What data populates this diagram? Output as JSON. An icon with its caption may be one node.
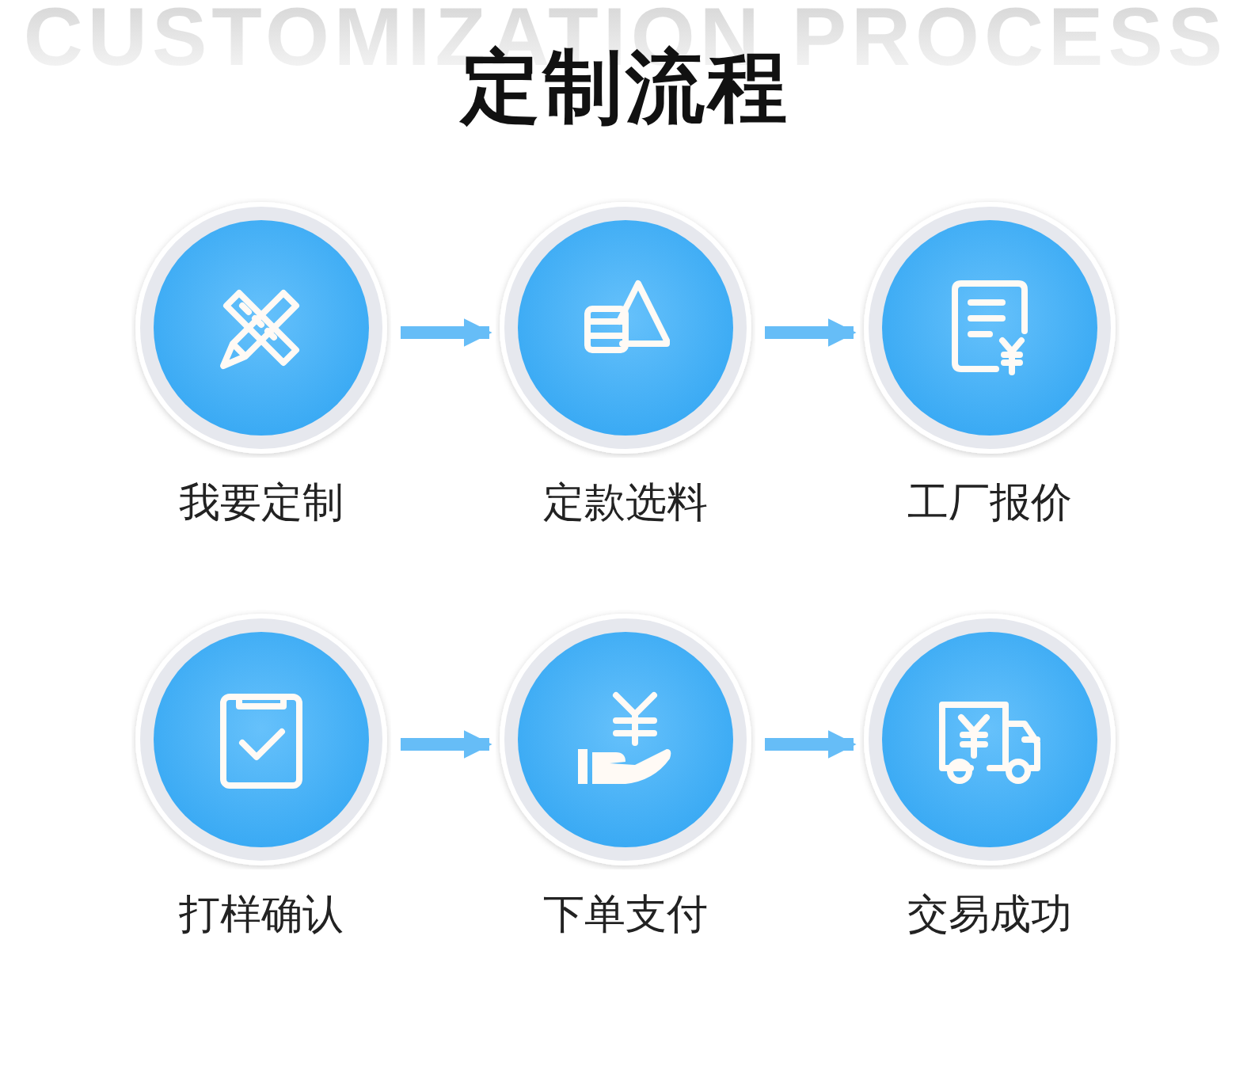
{
  "diagram": {
    "title": "定制流程",
    "nodes": [
      {
        "text": [
          "我要定制"
        ]
      },
      {
        "text": [
          "定款选料"
        ]
      },
      {
        "text": [
          "工厂报价"
        ]
      },
      {
        "text": [
          "打样确认"
        ]
      },
      {
        "text": [
          "下单支付"
        ]
      },
      {
        "text": [
          "交易成功"
        ]
      }
    ],
    "edges": [
      {
        "from": 0,
        "to": 1,
        "arrow": "to"
      },
      {
        "from": 1,
        "to": 2,
        "arrow": "to"
      },
      {
        "from": 3,
        "to": 4,
        "arrow": "to"
      },
      {
        "from": 4,
        "to": 5,
        "arrow": "to"
      }
    ],
    "labels": [
      "CUSTOMIZATION PROCESS"
    ]
  }
}
